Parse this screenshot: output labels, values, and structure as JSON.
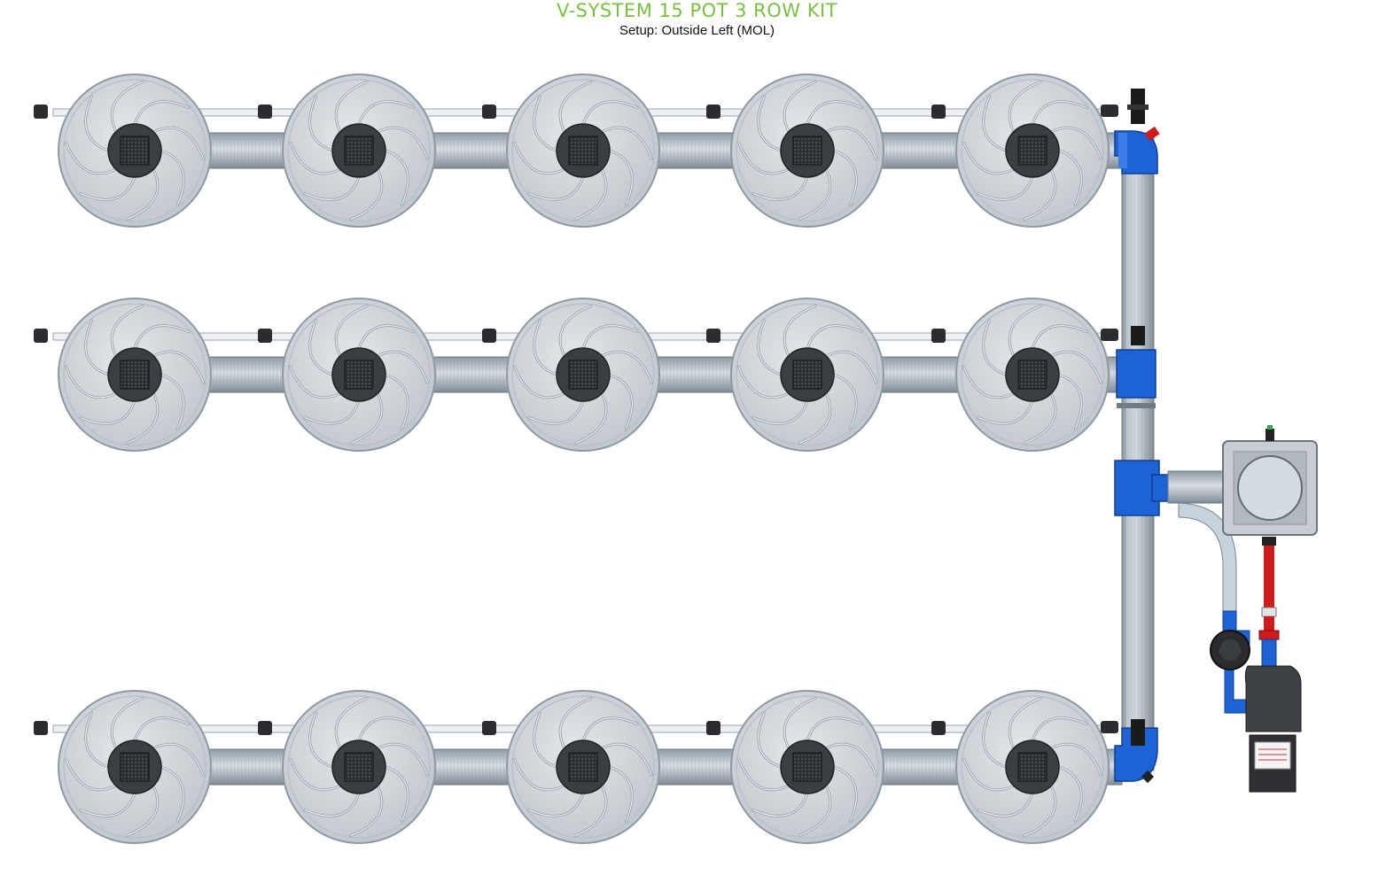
{
  "header": {
    "title": "V-SYSTEM 15 POT 3 ROW KIT",
    "subtitle": "Setup: Outside Left (MOL)"
  },
  "layout_info": {
    "rows": 3,
    "pots_per_row": 5
  },
  "colors": {
    "pot_body": "#d2d6da",
    "pot_rim": "#a9b2ba",
    "pot_center": "#3c3f42",
    "pipe_gray": "#aab4bc",
    "fitting_blue": "#1e63d6",
    "feed_red": "#d11a1a",
    "title_green": "#7ac143"
  },
  "icons": {
    "pot": "round-pot-icon",
    "reservoir": "square-reservoir-icon",
    "pump": "pump-icon",
    "valve": "valve-icon"
  }
}
